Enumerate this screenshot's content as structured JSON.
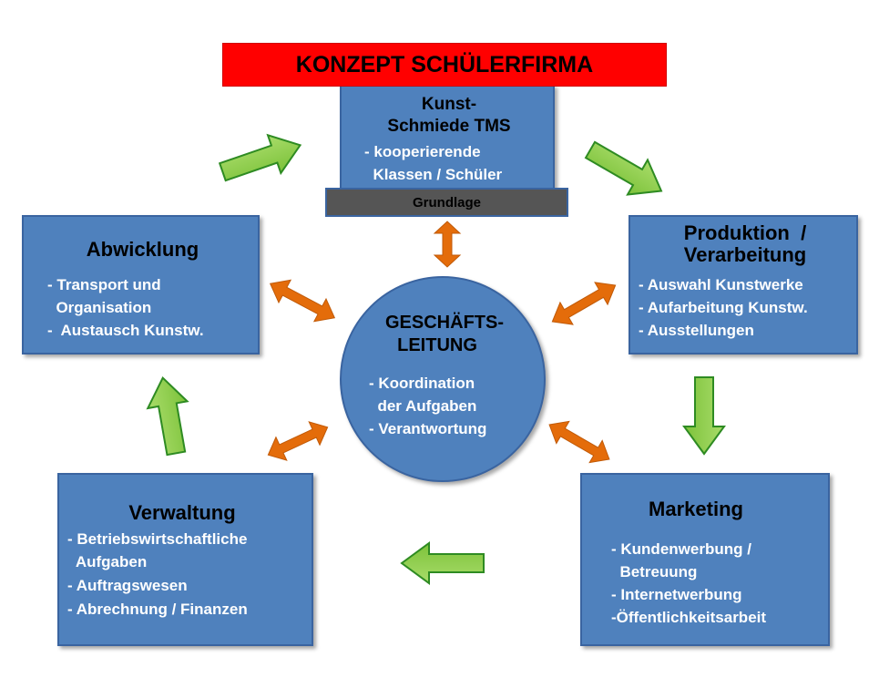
{
  "title": "KONZEPT SCHÜLERFIRMA",
  "top_box": {
    "heading": [
      "Kunst-",
      "Schmiede TMS"
    ],
    "lines": [
      "- kooperierende",
      "  Klassen / Schüler"
    ],
    "base_label": "Grundlage"
  },
  "center": {
    "heading": [
      "GESCHÄFTS-",
      "LEITUNG"
    ],
    "lines": [
      "- Koordination",
      "  der Aufgaben",
      "- Verantwortung"
    ]
  },
  "abwicklung": {
    "heading": "Abwicklung",
    "lines": [
      "- Transport und",
      "  Organisation",
      "-  Austausch Kunstw."
    ]
  },
  "produktion": {
    "heading": [
      "Produktion  /",
      "Verarbeitung"
    ],
    "lines": [
      "- Auswahl Kunstwerke",
      "- Aufarbeitung Kunstw.",
      "- Ausstellungen"
    ]
  },
  "verwaltung": {
    "heading": "Verwaltung",
    "lines": [
      "- Betriebswirtschaftliche",
      "  Aufgaben",
      "- Auftragswesen",
      "- Abrechnung / Finanzen"
    ]
  },
  "marketing": {
    "heading": "Marketing",
    "lines": [
      "- Kundenwerbung /",
      "  Betreuung",
      "- Internetwerbung",
      "-Öffentlichkeitsarbeit"
    ]
  },
  "colors": {
    "box_fill": "#4f81bd",
    "title_fill": "#ff0000",
    "cycle_arrow": "#92d050",
    "link_arrow": "#e46c0a"
  }
}
